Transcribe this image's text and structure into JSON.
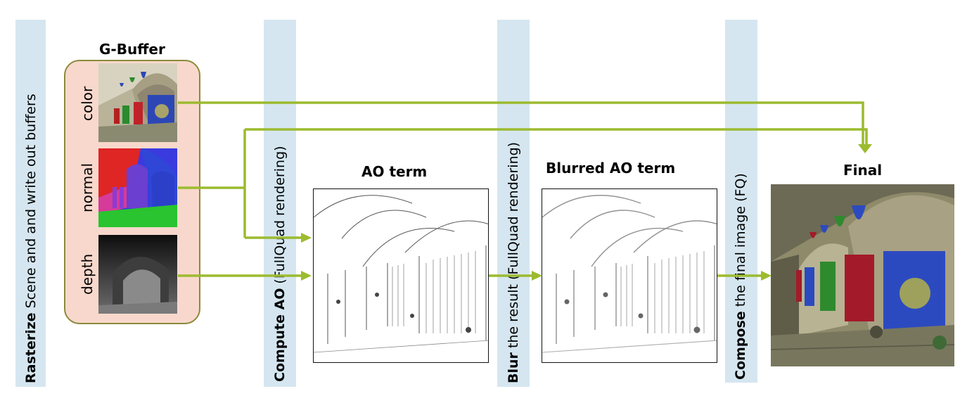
{
  "stages": {
    "rasterize": {
      "bold": "Rasterize",
      "rest": " Scene and and write out buffers"
    },
    "compute": {
      "bold": "Compute AO",
      "rest": " (FullQuad rendering)"
    },
    "blur": {
      "bold": "Blur",
      "rest": " the result (FullQuad rendering)"
    },
    "compose": {
      "bold": "Compose",
      "rest": " the final image (FQ)"
    }
  },
  "gbuffer": {
    "title": "G-Buffer",
    "labels": {
      "color": "color",
      "normal": "normal",
      "depth": "depth"
    }
  },
  "ao_title": "AO term",
  "blurred_title": "Blurred AO term",
  "final_title": "Final",
  "colors": {
    "arrow": "#9cbb2f",
    "stage_bar": "#d5e6f0",
    "gbuffer_fill": "#f8d8cc",
    "gbuffer_border": "#8b8a3c"
  }
}
